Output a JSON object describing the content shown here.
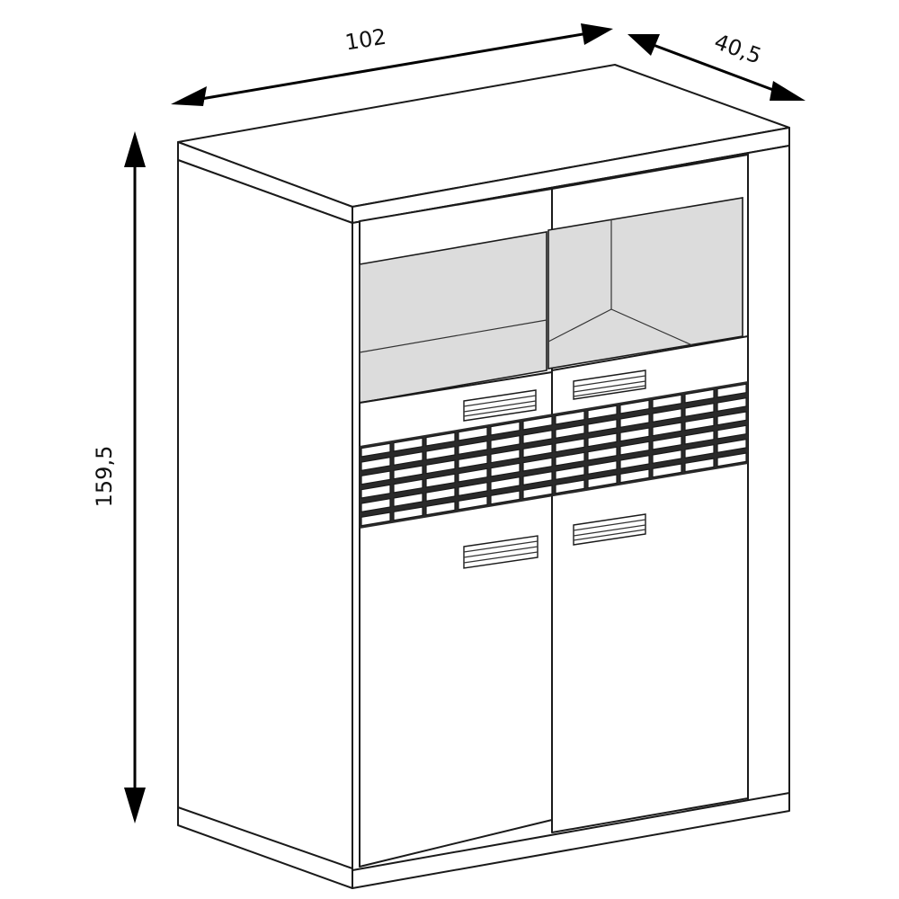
{
  "dimensions": {
    "width": "102",
    "depth": "40,5",
    "height": "159,5"
  },
  "colors": {
    "line": "#1a1a1a",
    "glass": "#dcdcdc",
    "band": "#2a2a2a",
    "background": "#ffffff"
  }
}
